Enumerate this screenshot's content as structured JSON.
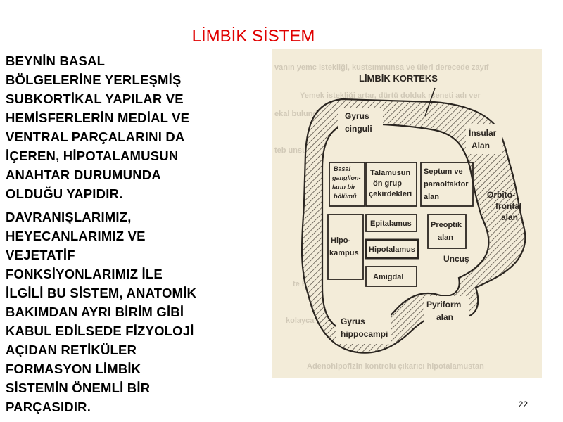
{
  "slide": {
    "title": "LİMBİK SİSTEM",
    "page_number": "22"
  },
  "body_text": {
    "para1": [
      "BEYNİN BASAL",
      "BÖLGELERİNE YERLEŞMİŞ",
      "SUBKORTİKAL YAPILAR  VE",
      "HEMİSFERLERİN MEDİAL  VE",
      "VENTRAL PARÇALARINI DA",
      "İÇEREN, HİPOTALAMUSUN",
      "ANAHTAR DURUMUNDA",
      "OLDUĞU YAPIDIR."
    ],
    "para2": [
      "DAVRANIŞLARIMIZ,",
      "HEYECANLARIMIZ VE",
      "VEJETATİF",
      "FONKSİYONLARIMIZ  İLE",
      "İLGİLİ BU SİSTEM, ANATOMİK",
      "BAKIMDAN AYRI BİRİM GİBİ",
      "KABUL EDİLSEDE FİZYOLOJİ",
      "AÇIDAN RETİKÜLER",
      "FORMASYON LİMBİK",
      "SİSTEMİN ÖNEMLİ BİR",
      "PARÇASIDIR."
    ]
  },
  "diagram": {
    "header": "LİMBİK KORTEKS",
    "gyrus_cinguli": [
      "Gyrus",
      "cinguli"
    ],
    "insular": [
      "İnsular",
      "Alan"
    ],
    "orbitofrontal": [
      "Orbito-",
      "frontal",
      "alan"
    ],
    "uncus": "Uncuş",
    "pyriform": [
      "Pyriform",
      "alan"
    ],
    "gyrus_hippocampi": [
      "Gyrus",
      "hippocampi"
    ],
    "basal_ganglia": [
      "Basal",
      "ganglion-",
      "ların bir",
      "bölümü"
    ],
    "thalamus": [
      "Talamusun",
      "ön grup",
      "çekirdekleri"
    ],
    "septum": [
      "Septum ve",
      "paraolfaktor",
      "alan"
    ],
    "epitalamus": "Epitalamus",
    "preoptik": [
      "Preoptik",
      "alan"
    ],
    "hipokampus": [
      "Hipo-",
      "kampus"
    ],
    "hipotalamus": "Hipotalamus",
    "amigdal": "Amigdal"
  },
  "colors": {
    "title": "#e00000",
    "paper": "#f3ecd9",
    "ink": "#2a2520"
  }
}
